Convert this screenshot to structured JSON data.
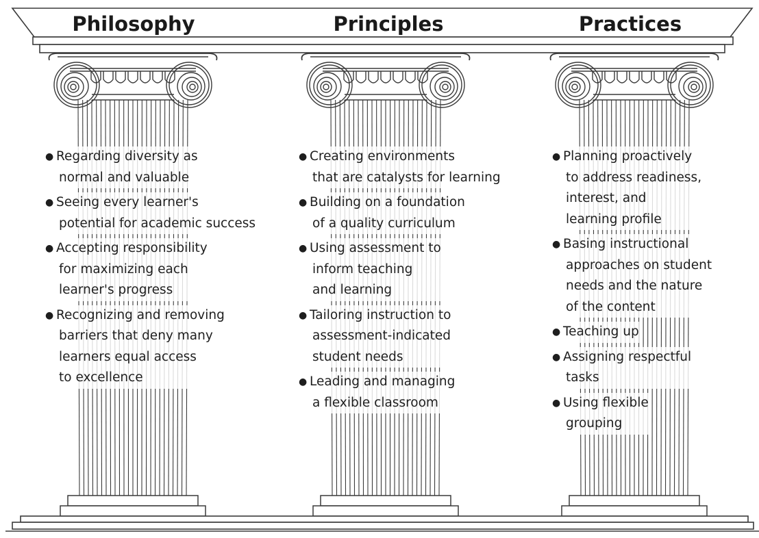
{
  "pillars": [
    {
      "title": "Philosophy",
      "items": [
        [
          "Regarding diversity as",
          "normal and valuable"
        ],
        [
          "Seeing every learner's",
          "potential for academic success"
        ],
        [
          "Accepting responsibility",
          "for maximizing each",
          "learner's progress"
        ],
        [
          "Recognizing and removing",
          "barriers that deny many",
          "learners equal access",
          "to excellence"
        ]
      ]
    },
    {
      "title": "Principles",
      "items": [
        [
          "Creating environments",
          "that are catalysts for learning"
        ],
        [
          "Building on a foundation",
          "of a quality curriculum"
        ],
        [
          "Using assessment to",
          "inform teaching",
          "and learning"
        ],
        [
          "Tailoring instruction to",
          "assessment-indicated",
          "student needs"
        ],
        [
          "Leading and managing",
          "a flexible classroom"
        ]
      ]
    },
    {
      "title": "Practices",
      "items": [
        [
          "Planning proactively",
          "to address readiness,",
          "interest, and",
          "learning profile"
        ],
        [
          "Basing instructional",
          "approaches on student",
          "needs and the nature",
          "of the content"
        ],
        [
          "Teaching up"
        ],
        [
          "Assigning respectful",
          "tasks"
        ],
        [
          "Using flexible",
          "grouping"
        ]
      ]
    }
  ],
  "colors": {
    "stroke": "#3a3a3a",
    "text": "#1e1e1e",
    "background": "#ffffff"
  }
}
